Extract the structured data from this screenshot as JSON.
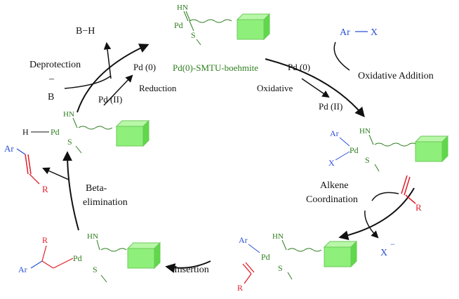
{
  "colors": {
    "catalyst_green": "#2e7d1f",
    "aryl_blue": "#2a4fd8",
    "alkene_red": "#e0202a",
    "support_fill": "#8ef07a",
    "support_stroke": "#6cc95a",
    "black": "#111111"
  },
  "center": {
    "catalyst_label": "Pd(0)-SMTU-boehmite"
  },
  "steps": {
    "deprotection": "Deprotection",
    "oxidative_addition": "Oxidative Addition",
    "alkene_coordination_1": "Alkene",
    "alkene_coordination_2": "Coordination",
    "insertion": "Insertion",
    "beta_elimination_1": "Beta-",
    "beta_elimination_2": "elimination",
    "reduction": "Reduction",
    "oxidative": "Oxidative"
  },
  "species": {
    "bh": "B−H",
    "b_minus": "B",
    "minus_sign": "–",
    "pd0_left": "Pd (0)",
    "pd2_left": "Pd (II)",
    "pd0_right": "Pd (0)",
    "pd2_right": "Pd (II)",
    "arx_ar": "Ar",
    "arx_x": "X",
    "x_minus": "X",
    "x_minus_charge": "−",
    "product_ar": "Ar",
    "product_r": "R",
    "alkene_r": "R"
  },
  "complex_labels": {
    "pd": "Pd",
    "s": "S",
    "hn": "HN",
    "ar": "Ar",
    "x": "X",
    "h": "H",
    "r": "R"
  }
}
